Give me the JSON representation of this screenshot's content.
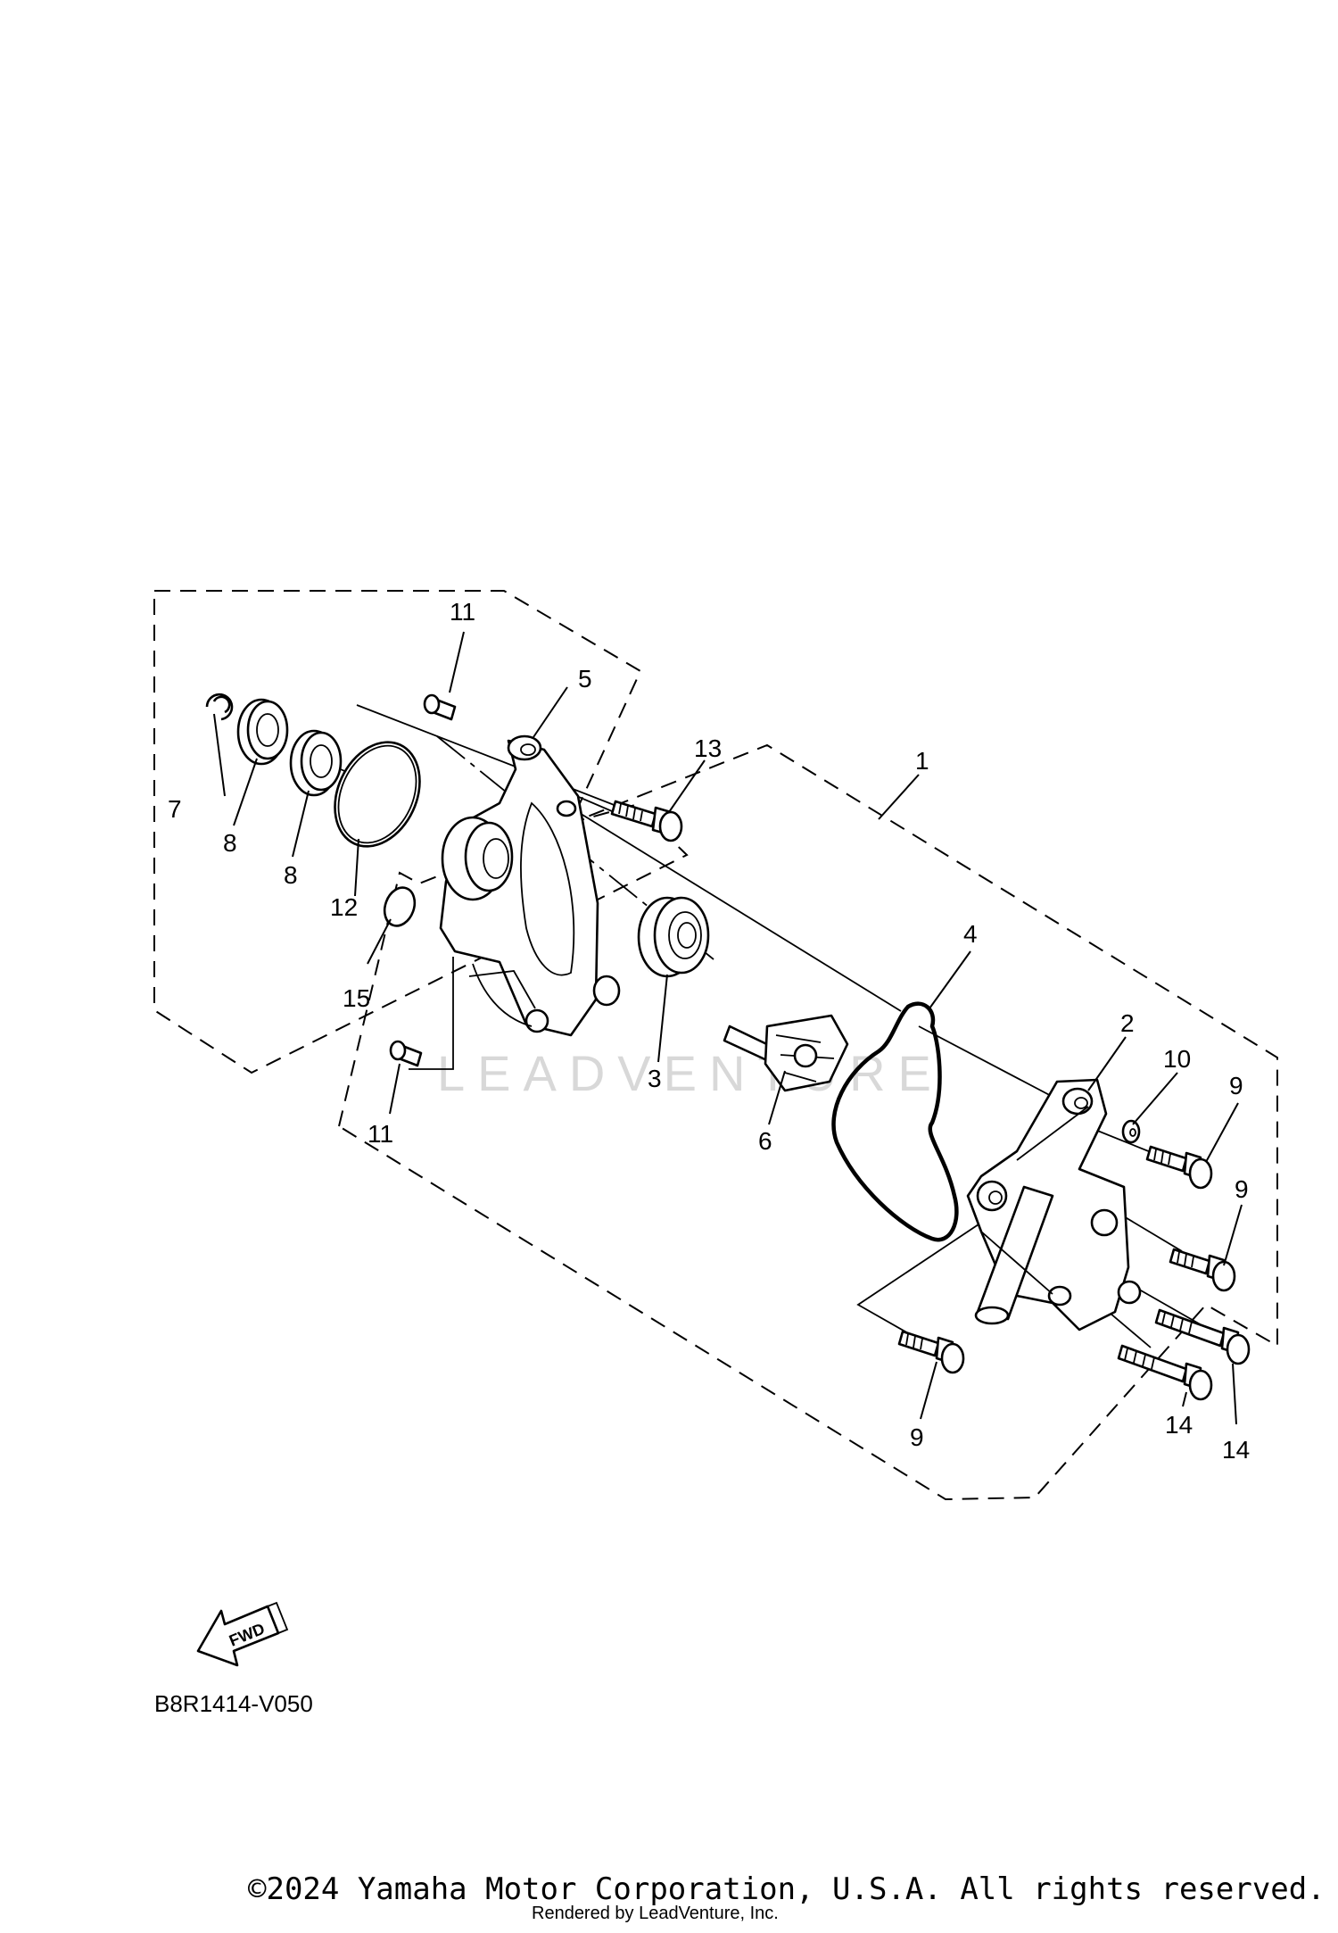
{
  "diagram": {
    "callouts": [
      {
        "id": "c11a",
        "label": "11"
      },
      {
        "id": "c5",
        "label": "5"
      },
      {
        "id": "c13",
        "label": "13"
      },
      {
        "id": "c1",
        "label": "1"
      },
      {
        "id": "c7",
        "label": "7"
      },
      {
        "id": "c8a",
        "label": "8"
      },
      {
        "id": "c8b",
        "label": "8"
      },
      {
        "id": "c12",
        "label": "12"
      },
      {
        "id": "c15",
        "label": "15"
      },
      {
        "id": "c4",
        "label": "4"
      },
      {
        "id": "c3",
        "label": "3"
      },
      {
        "id": "c6",
        "label": "6"
      },
      {
        "id": "c11b",
        "label": "11"
      },
      {
        "id": "c2",
        "label": "2"
      },
      {
        "id": "c10",
        "label": "10"
      },
      {
        "id": "c9a",
        "label": "9"
      },
      {
        "id": "c9b",
        "label": "9"
      },
      {
        "id": "c9c",
        "label": "9"
      },
      {
        "id": "c14a",
        "label": "14"
      },
      {
        "id": "c14b",
        "label": "14"
      }
    ],
    "fwd_label": "FWD",
    "diagram_code": "B8R1414-V050",
    "watermark": "LEADVENTURE",
    "copyright": "©2024 Yamaha Motor Corporation, U.S.A. All rights reserved.",
    "rendered_by": "Rendered by LeadVenture, Inc."
  }
}
